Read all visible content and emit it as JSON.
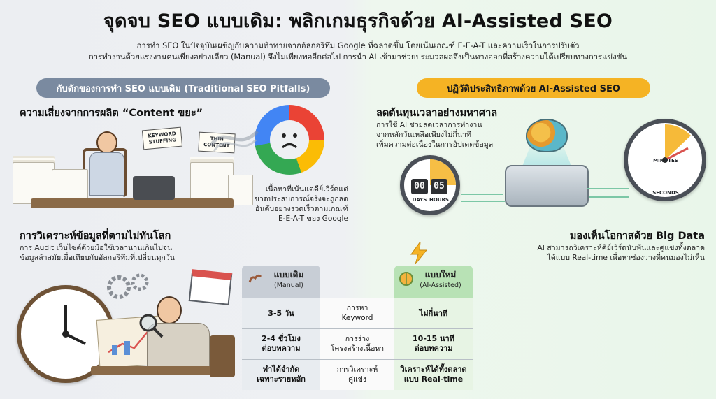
{
  "header": {
    "title": "จุดจบ SEO แบบเดิม: พลิกเกมธุรกิจด้วย AI-Assisted SEO",
    "intro_line1": "การทำ SEO ในปัจจุบันเผชิญกับความท้าทายจากอัลกอริทึม Google ที่ฉลาดขึ้น โดยเน้นเกณฑ์ E-E-A-T และความเร็วในการปรับตัว",
    "intro_line2": "การทำงานด้วยแรงงานคนเพียงอย่างเดียว (Manual) จึงไม่เพียงพออีกต่อไป การนำ AI เข้ามาช่วยประมวลผลจึงเป็นทางออกที่สร้างความได้เปรียบทางการแข่งขัน"
  },
  "left": {
    "pill": "กับดักของการทำ SEO แบบเดิม (Traditional SEO Pitfalls)",
    "section1": {
      "heading": "ความเสี่ยงจากการผลิต “Content ขยะ”",
      "tag1": "KEYWORD STUFFING",
      "tag2": "THIN CONTENT",
      "caption_l1": "เนื้อหาที่เน้นแต่คีย์เวิร์ดแต่",
      "caption_l2": "ขาดประสบการณ์จริงจะถูกลด",
      "caption_l3": "อันดับอย่างรวดเร็วตามเกณฑ์",
      "caption_l4": "E-E-A-T ของ Google"
    },
    "section2": {
      "heading": "การวิเคราะห์ข้อมูลที่ตามไม่ทันโลก",
      "body_l1": "การ Audit เว็บไซต์ด้วยมือใช้เวลานานเกินไปจน",
      "body_l2": "ข้อมูลล้าสมัยเมื่อเทียบกับอัลกอริทึมที่เปลี่ยนทุกวัน"
    }
  },
  "right": {
    "pill": "ปฏิวัติประสิทธิภาพด้วย AI-Assisted SEO",
    "section1": {
      "heading": "ลดต้นทุนเวลาอย่างมหาศาล",
      "body_l1": "การใช้ AI ช่วยลดเวลาการทำงาน",
      "body_l2": "จากหลักวันเหลือเพียงไม่กี่นาที",
      "body_l3": "เพิ่มความต่อเนื่องในการอัปเดตข้อมูล",
      "timer_days": "00",
      "timer_hours": "05",
      "label_days": "DAYS",
      "label_hours": "HOURS",
      "label_minutes": "MINUTES",
      "label_seconds": "SECONDS"
    },
    "section2": {
      "heading": "มองเห็นโอกาสด้วย Big Data",
      "body_l1": "AI สามารถวิเคราะห์คีย์เวิร์ดนับพันและคู่แข่งทั้งตลาด",
      "body_l2": "ได้แบบ Real-time เพื่อหาช่องว่างที่คนมองไม่เห็น"
    }
  },
  "table": {
    "old_head": "แบบเดิม",
    "old_sub": "(Manual)",
    "new_head": "แบบใหม่",
    "new_sub": "(AI-Assisted)",
    "rows": [
      {
        "old": "3-5 วัน",
        "mid_l1": "การหา",
        "mid_l2": "Keyword",
        "new": "ไม่กี่นาที"
      },
      {
        "old_l1": "2-4 ชั่วโมง",
        "old_l2": "ต่อบทความ",
        "mid_l1": "การร่าง",
        "mid_l2": "โครงสร้างเนื้อหา",
        "new_l1": "10-15 นาที",
        "new_l2": "ต่อบทความ"
      },
      {
        "old_l1": "ทำได้จำกัด",
        "old_l2": "เฉพาะรายหลัก",
        "mid_l1": "การวิเคราะห์",
        "mid_l2": "คู่แข่ง",
        "new_l1": "วิเคราะห์ได้ทั้งตลาด",
        "new_l2": "แบบ Real-time"
      }
    ]
  }
}
